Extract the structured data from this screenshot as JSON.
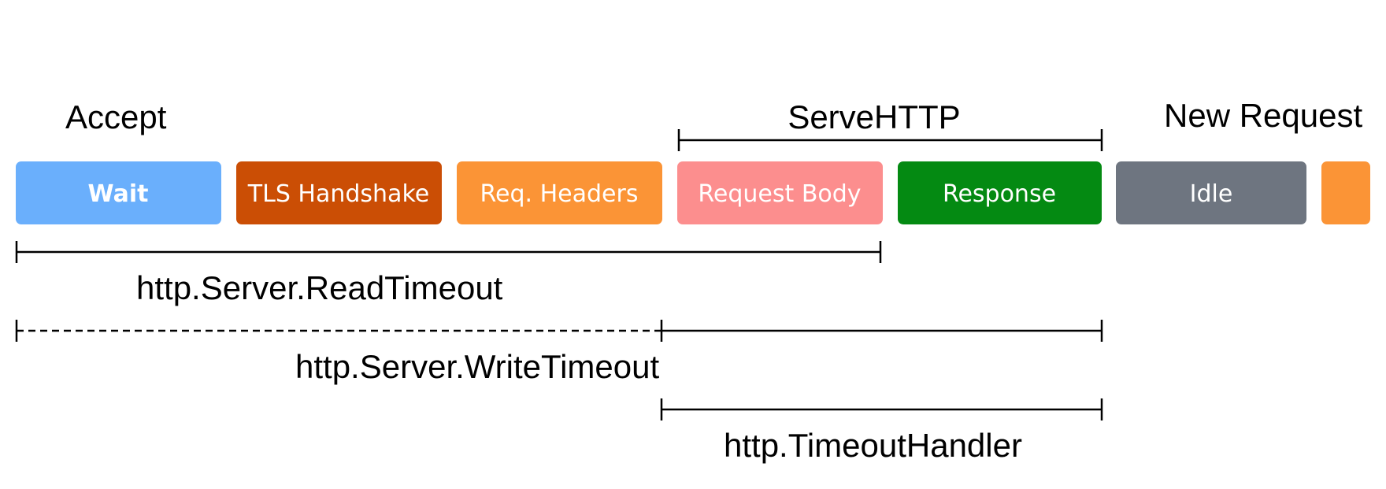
{
  "phases": {
    "accept": "Accept",
    "serve_http": "ServeHTTP",
    "new_request": "New Request"
  },
  "stages": [
    {
      "id": "wait",
      "label": "Wait",
      "color": "#6aaffc"
    },
    {
      "id": "tls-handshake",
      "label": "TLS Handshake",
      "color": "#cb4e05"
    },
    {
      "id": "req-headers",
      "label": "Req. Headers",
      "color": "#fb9436"
    },
    {
      "id": "request-body",
      "label": "Request Body",
      "color": "#fc8e8e"
    },
    {
      "id": "response",
      "label": "Response",
      "color": "#048a12"
    },
    {
      "id": "idle",
      "label": "Idle",
      "color": "#6e7580"
    },
    {
      "id": "next-headers",
      "label": "",
      "color": "#fb9436"
    }
  ],
  "timeouts": {
    "read_timeout": "http.Server.ReadTimeout",
    "write_timeout": "http.Server.WriteTimeout",
    "timeout_handler": "http.TimeoutHandler"
  }
}
